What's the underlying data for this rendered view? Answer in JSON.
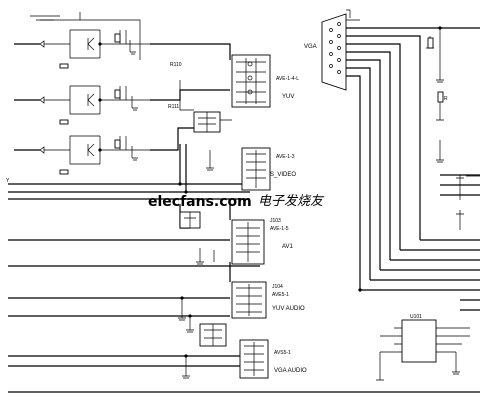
{
  "labels": {
    "yuv": "YUV",
    "svideo": "S_VIDEO",
    "av1": "AV1",
    "yuv_audio": "YUV AUDIO",
    "vga_audio": "VGA AUDIO",
    "vga": "VGA"
  },
  "watermark": {
    "site": "elecfans.com",
    "cn": "电子发烧友"
  }
}
